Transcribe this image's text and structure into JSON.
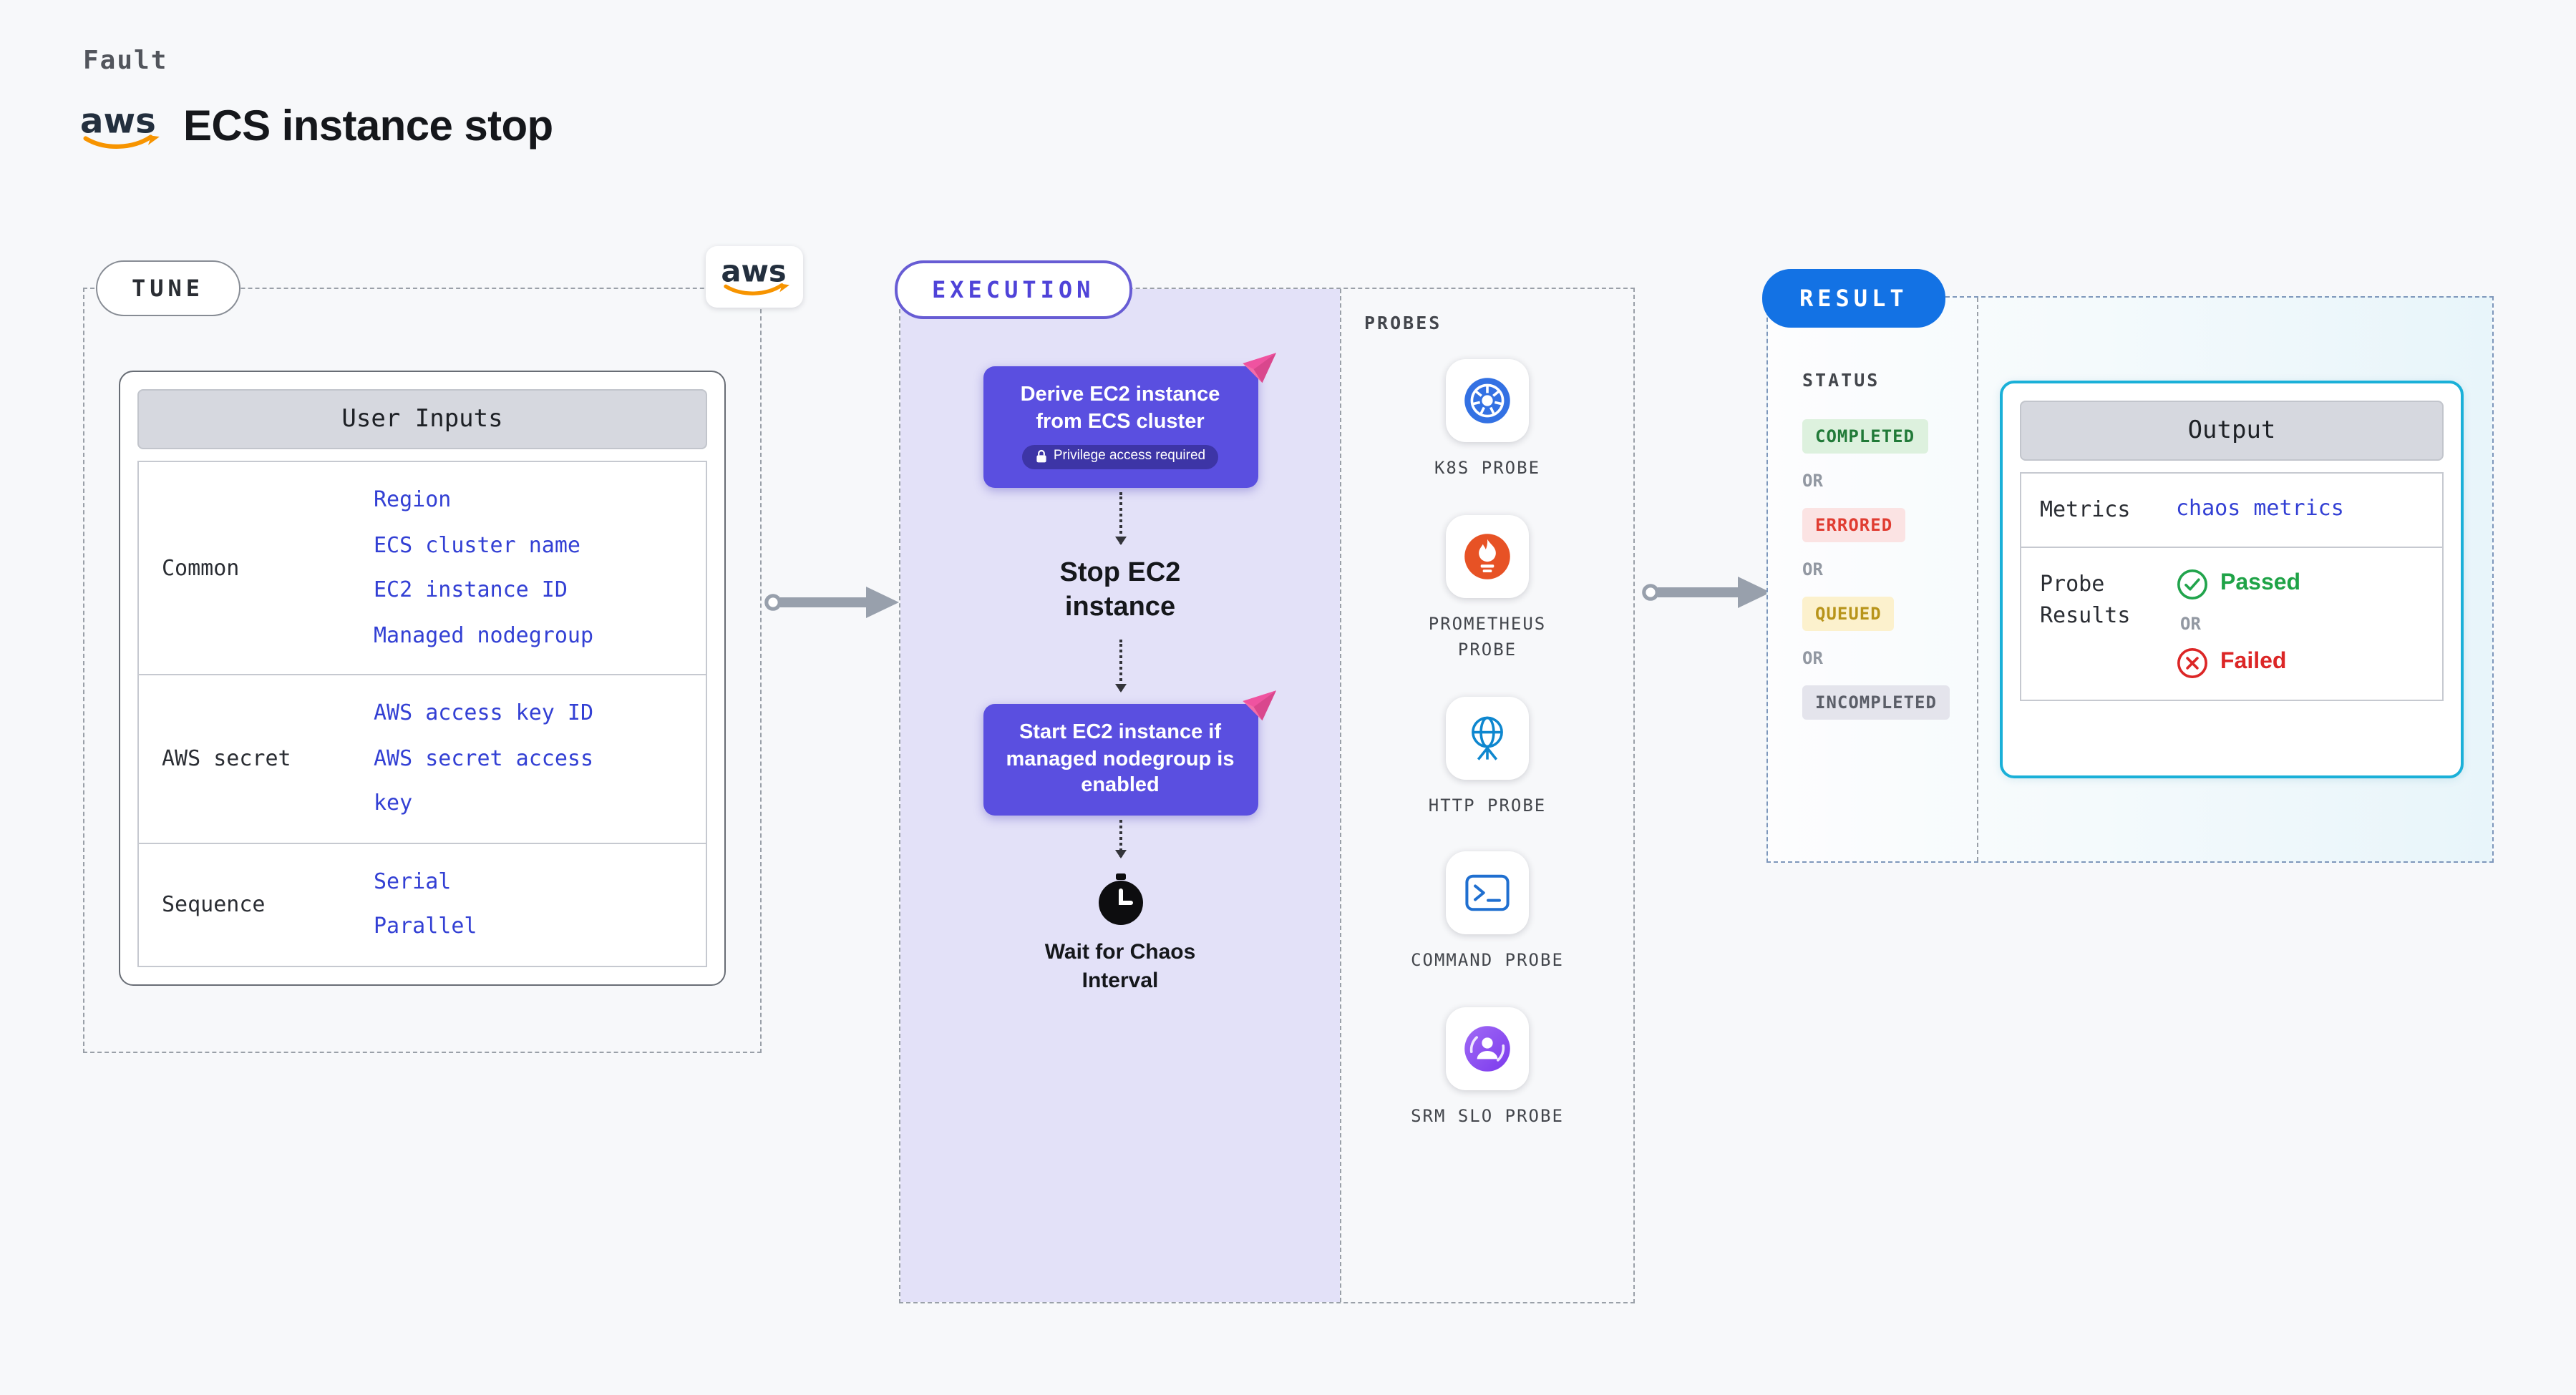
{
  "page": {
    "kicker": "Fault",
    "title": "ECS instance stop",
    "aws_wordmark": "aws"
  },
  "tune": {
    "label": "TUNE",
    "table_title": "User Inputs",
    "rows": [
      {
        "label": "Common",
        "values": [
          "Region",
          "ECS cluster name",
          "EC2 instance ID",
          "Managed nodegroup"
        ]
      },
      {
        "label": "AWS secret",
        "values": [
          "AWS access key ID",
          "AWS secret access key"
        ]
      },
      {
        "label": "Sequence",
        "values": [
          "Serial",
          "Parallel"
        ]
      }
    ]
  },
  "execution": {
    "label": "EXECUTION",
    "steps": {
      "derive": {
        "title": "Derive EC2 instance from ECS cluster",
        "badge": "Privilege access required"
      },
      "stop": "Stop EC2 instance",
      "start": "Start EC2 instance if managed nodegroup is enabled",
      "wait": "Wait for Chaos Interval"
    }
  },
  "probes": {
    "label": "PROBES",
    "items": [
      {
        "name": "K8S PROBE",
        "icon": "kubernetes-icon",
        "color": "#3371e3"
      },
      {
        "name": "PROMETHEUS PROBE",
        "icon": "prometheus-icon",
        "color": "#e75225"
      },
      {
        "name": "HTTP PROBE",
        "icon": "http-globe-icon",
        "color": "#0e87cf"
      },
      {
        "name": "COMMAND PROBE",
        "icon": "command-terminal-icon",
        "color": "#1f6fd0"
      },
      {
        "name": "SRM SLO PROBE",
        "icon": "srm-slo-icon",
        "color": "#8b5cf6"
      }
    ]
  },
  "result": {
    "label": "RESULT",
    "status_title": "STATUS",
    "or_label": "OR",
    "statuses": [
      {
        "label": "COMPLETED",
        "bg": "#ddf1de",
        "color": "#217a38"
      },
      {
        "label": "ERRORED",
        "bg": "#fbe3e3",
        "color": "#e03c31"
      },
      {
        "label": "QUEUED",
        "bg": "#fcf1cd",
        "color": "#b8941a"
      },
      {
        "label": "INCOMPLETED",
        "bg": "#e4e4ec",
        "color": "#5b5e68"
      }
    ],
    "output": {
      "title": "Output",
      "metrics_label": "Metrics",
      "metrics_value": "chaos metrics",
      "probe_results_label": "Probe Results",
      "passed": "Passed",
      "failed": "Failed"
    }
  },
  "colors": {
    "accent_execution": "#5a4fe0",
    "accent_result_pill": "#1372e4",
    "output_border": "#1ab0d8",
    "link_blue": "#3340d4",
    "rocket_pink": "#ef53a0",
    "aws_orange": "#f79400",
    "execution_fill": "#e3e1f8"
  }
}
